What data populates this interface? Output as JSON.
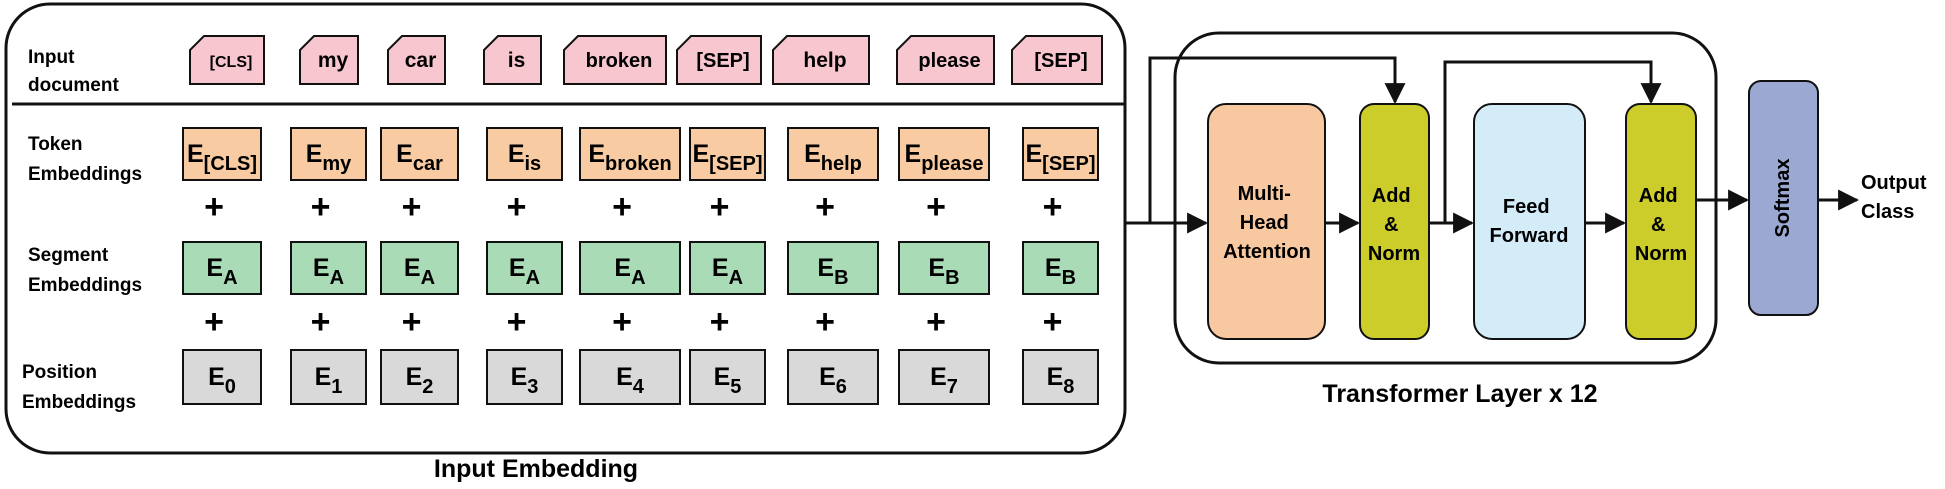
{
  "input_panel": {
    "caption": "Input Embedding",
    "rows": {
      "input_document": [
        "Input",
        "document"
      ],
      "token": [
        "Token",
        "Embeddings"
      ],
      "segment": [
        "Segment",
        "Embeddings"
      ],
      "position": [
        "Position",
        "Embeddings"
      ]
    },
    "columns": [
      {
        "token": "[CLS]",
        "tok_base": "E",
        "tok_sub": "[CLS]",
        "seg_base": "E",
        "seg_sub": "A",
        "pos_base": "E",
        "pos_sub": "0"
      },
      {
        "token": "my",
        "tok_base": "E",
        "tok_sub": "my",
        "seg_base": "E",
        "seg_sub": "A",
        "pos_base": "E",
        "pos_sub": "1"
      },
      {
        "token": "car",
        "tok_base": "E",
        "tok_sub": "car",
        "seg_base": "E",
        "seg_sub": "A",
        "pos_base": "E",
        "pos_sub": "2"
      },
      {
        "token": "is",
        "tok_base": "E",
        "tok_sub": "is",
        "seg_base": "E",
        "seg_sub": "A",
        "pos_base": "E",
        "pos_sub": "3"
      },
      {
        "token": "broken",
        "tok_base": "E",
        "tok_sub": "broken",
        "seg_base": "E",
        "seg_sub": "A",
        "pos_base": "E",
        "pos_sub": "4"
      },
      {
        "token": "[SEP]",
        "tok_base": "E",
        "tok_sub": "[SEP]",
        "seg_base": "E",
        "seg_sub": "A",
        "pos_base": "E",
        "pos_sub": "5"
      },
      {
        "token": "help",
        "tok_base": "E",
        "tok_sub": "help",
        "seg_base": "E",
        "seg_sub": "B",
        "pos_base": "E",
        "pos_sub": "6"
      },
      {
        "token": "please",
        "tok_base": "E",
        "tok_sub": "please",
        "seg_base": "E",
        "seg_sub": "B",
        "pos_base": "E",
        "pos_sub": "7"
      },
      {
        "token": "[SEP]",
        "tok_base": "E",
        "tok_sub": "[SEP]",
        "seg_base": "E",
        "seg_sub": "B",
        "pos_base": "E",
        "pos_sub": "8"
      }
    ],
    "plus": "+"
  },
  "transformer": {
    "caption": "Transformer Layer x 12",
    "mha": [
      "Multi-",
      "Head",
      "Attention"
    ],
    "add_norm": [
      "Add",
      "&",
      "Norm"
    ],
    "ff": [
      "Feed",
      "Forward"
    ]
  },
  "softmax": "Softmax",
  "output": [
    "Output",
    "Class"
  ],
  "colors": {
    "token_pink": "#f7c6cf",
    "token_emb_orange": "#f8cba2",
    "segment_green": "#a8dbb6",
    "position_gray": "#d9d9d9",
    "mha_orange": "#f8c9a0",
    "add_norm_olive": "#cccc2a",
    "ff_blue": "#d3ecf8",
    "softmax_purple": "#9aa8d2"
  }
}
